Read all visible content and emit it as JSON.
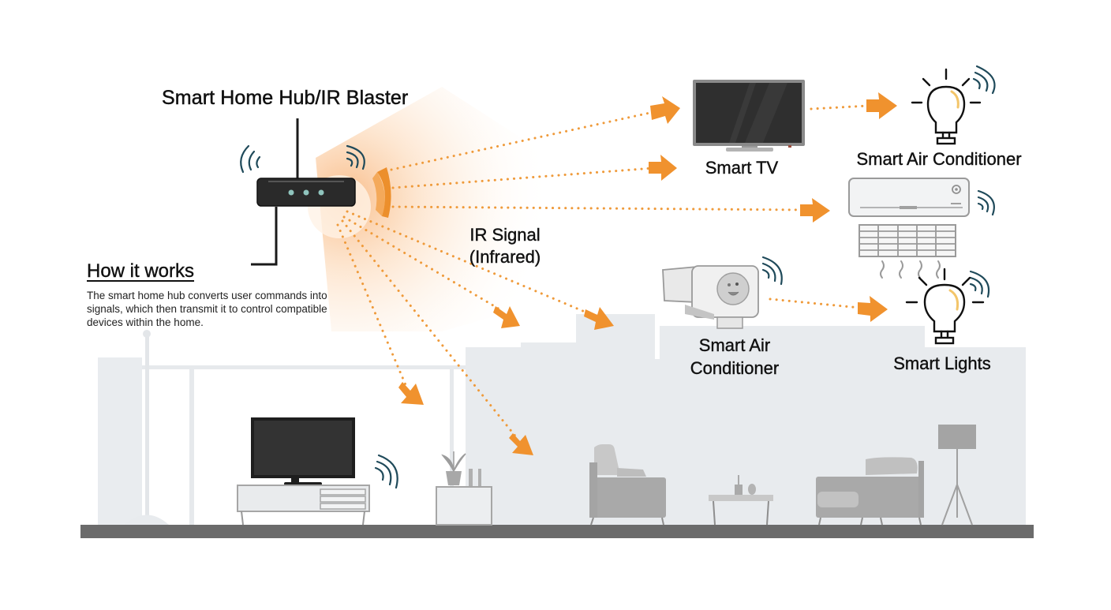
{
  "diagram": {
    "hub_title": "Smart Home Hub/IR Blaster",
    "signal_label": [
      "IR Signal",
      "(Infrared)"
    ],
    "how_it_works": {
      "heading": "How it works",
      "text": "The smart home hub converts user commands into signals, which then transmit it to control compatible devices within the home."
    },
    "devices": [
      {
        "id": "smart-tv",
        "label": [
          "Smart TV"
        ],
        "icon": "tv-icon"
      },
      {
        "id": "smart-air-conditioner-top",
        "label": [
          "Smart Air Conditioner"
        ],
        "icon": "light-bulb-icon"
      },
      {
        "id": "wall-air-conditioner",
        "label": [],
        "icon": "air-conditioner-icon"
      },
      {
        "id": "smart-air-conditioner-portable",
        "label": [
          "Smart Air",
          "Conditioner"
        ],
        "icon": "portable-ac-icon"
      },
      {
        "id": "smart-lights",
        "label": [
          "Smart Lights"
        ],
        "icon": "light-bulb-icon"
      }
    ],
    "colors": {
      "signal": "#ef9a3a",
      "arrow": "#f0922e",
      "wifi": "#1f4a5a",
      "room": "#e8ebee",
      "floor": "#6b6b6b",
      "furniture": "#a9a9a9",
      "hub": "#2a2a2a",
      "hub_led": "#8fc4bd"
    }
  }
}
